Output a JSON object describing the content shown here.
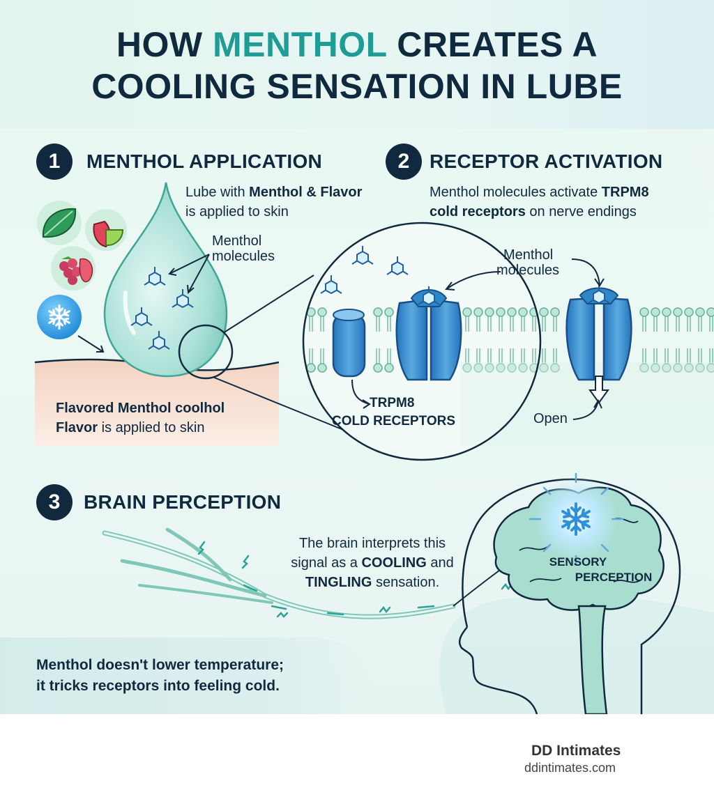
{
  "title": {
    "line1_before": "HOW ",
    "line1_accent": "MENTHOL",
    "line1_after": " CREATES A",
    "line2": "COOLING SENSATION IN LUBE"
  },
  "step1": {
    "number": "1",
    "title": "MENTHOL APPLICATION",
    "desc_pre": "Lube with ",
    "desc_bold": "Menthol & Flavor",
    "desc_post": " is applied to skin",
    "molecules_label_1": "Menthol",
    "molecules_label_2": "molecules",
    "skin_bold": "Flavored Menthol coolhol",
    "skin_bold2": "Flavor",
    "skin_post": " is applied to skin"
  },
  "step2": {
    "number": "2",
    "title": "RECEPTOR ACTIVATION",
    "desc_pre": "Menthol molecules activate ",
    "desc_bold": "TRPM8 cold receptors",
    "desc_post": " on nerve endings",
    "molecules_label_1": "Menthol",
    "molecules_label_2": "molecules",
    "receptor_label_1": "TRPM8",
    "receptor_label_2": "COLD RECEPTORS",
    "open_label": "Open"
  },
  "step3": {
    "number": "3",
    "title": "BRAIN PERCEPTION",
    "desc_l1": "The brain interprets this",
    "desc_l2_pre": "signal as a ",
    "desc_l2_bold": "COOLING",
    "desc_l2_post": " and",
    "desc_l3_bold": "TINGLING",
    "desc_l3_post": " sensation.",
    "brain_label_1": "SENSORY",
    "brain_label_2": "PERCEPTION"
  },
  "footer_note": {
    "line1": "Menthol doesn't lower temperature;",
    "line2": "it tricks receptors into feeling cold."
  },
  "brand": {
    "name": "DD Intimates",
    "url": "ddintimates.com"
  },
  "colors": {
    "navy": "#10293f",
    "teal_accent": "#1f9c96",
    "receptor_blue": "#2f86c9",
    "membrane_green": "#7fc9b5",
    "skin": "#f6d9c9",
    "brain": "#9fdac9"
  },
  "icons": [
    "mint-leaf-icon",
    "strawberry-lime-icon",
    "raspberry-icon",
    "snowflake-icon"
  ]
}
